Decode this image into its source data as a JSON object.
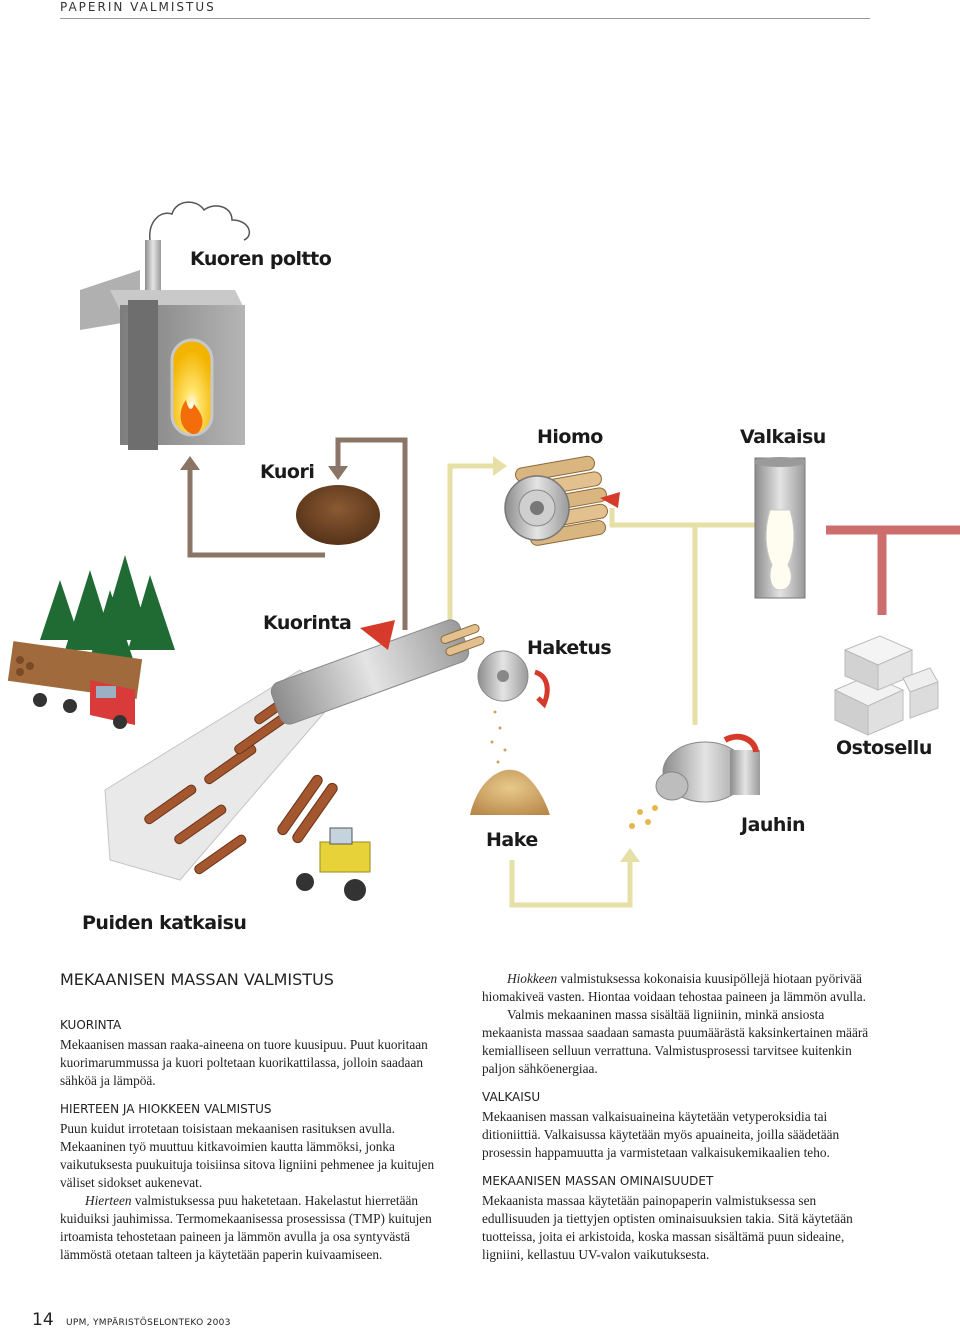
{
  "header": {
    "title": "PAPERIN VALMISTUS"
  },
  "diagram": {
    "labels": {
      "kuoren_poltto": "Kuoren poltto",
      "kuori": "Kuori",
      "hiomo": "Hiomo",
      "valkaisu": "Valkaisu",
      "kuorinta": "Kuorinta",
      "haketus": "Haketus",
      "ostosellu": "Ostosellu",
      "hake": "Hake",
      "jauhin": "Jauhin",
      "puiden_katkaisu": "Puiden katkaisu"
    },
    "colors": {
      "bark_line": "#8a7566",
      "pulp_line": "#e6dfa6",
      "purchased_pulp_line": "#cd6e6e"
    },
    "icons": [
      "chimney-smoke-icon",
      "bark-boiler-icon",
      "flame-icon",
      "bark-pile-icon",
      "grinder-icon",
      "bleach-tower-icon",
      "forest-trees-icon",
      "log-truck-icon",
      "debarking-drum-icon",
      "chipper-icon",
      "wood-chips-pile-icon",
      "refiner-icon",
      "pulp-bales-icon",
      "log-conveyor-icon",
      "forwarder-icon"
    ]
  },
  "article": {
    "title": "MEKAANISEN MASSAN VALMISTUS",
    "kuorinta": {
      "heading": "KUORINTA",
      "body": "Mekaanisen massan raaka-aineena on tuore kuusipuu. Puut kuoritaan kuorimarummussa ja kuori poltetaan kuorikattilassa, jolloin saadaan sähköä ja lämpöä."
    },
    "hierteen": {
      "heading": "HIERTEEN JA HIOKKEEN VALMISTUS",
      "p1": "Puun kuidut irrotetaan toisistaan mekaanisen rasituksen avulla. Mekaaninen työ muuttuu kitkavoimien kautta lämmöksi, jonka vaikutuksesta puukuituja toisiinsa sitova ligniini pehmenee ja kuitujen väliset sidokset aukenevat.",
      "p2_em": "Hierteen",
      "p2": " valmistuksessa puu haketetaan. Hakelastut hierretään kuiduiksi jauhimissa. Termomekaanisessa prosessissa (TMP) kuitujen irtoamista tehostetaan paineen ja lämmön avulla ja osa syntyvästä lämmöstä otetaan talteen ja käytetään paperin kuivaamiseen.",
      "p3_em": "Hiokkeen",
      "p3": " valmistuksessa kokonaisia kuusipöllejä hiotaan pyörivää hiomakiveä vasten. Hiontaa voidaan tehostaa paineen ja lämmön avulla.",
      "p4": "Valmis mekaaninen massa sisältää ligniinin, minkä ansiosta mekaanista massaa saadaan samasta puumäärästä kaksinkertainen määrä kemialliseen selluun verrattuna. Valmistusprosessi tarvitsee kuitenkin paljon sähköenergiaa."
    },
    "valkaisu": {
      "heading": "VALKAISU",
      "body": "Mekaanisen massan valkaisuaineina käytetään vetyperoksidia tai ditioniittiä. Valkaisussa käytetään myös apuaineita, joilla säädetään prosessin happamuutta ja varmistetaan valkaisukemikaalien teho."
    },
    "ominaisuudet": {
      "heading": "MEKAANISEN MASSAN OMINAISUUDET",
      "body": "Mekaanista massaa käytetään painopaperin valmistuksessa sen edullisuuden ja tiettyjen optisten ominaisuuksien takia. Sitä käytetään tuotteissa, joita ei arkistoida, koska massan sisältämä puun sideaine, ligniini, kellastuu UV-valon vaikutuksesta."
    }
  },
  "footer": {
    "page_number": "14",
    "publication": "UPM, YMPÄRISTÖSELONTEKO 2003"
  }
}
